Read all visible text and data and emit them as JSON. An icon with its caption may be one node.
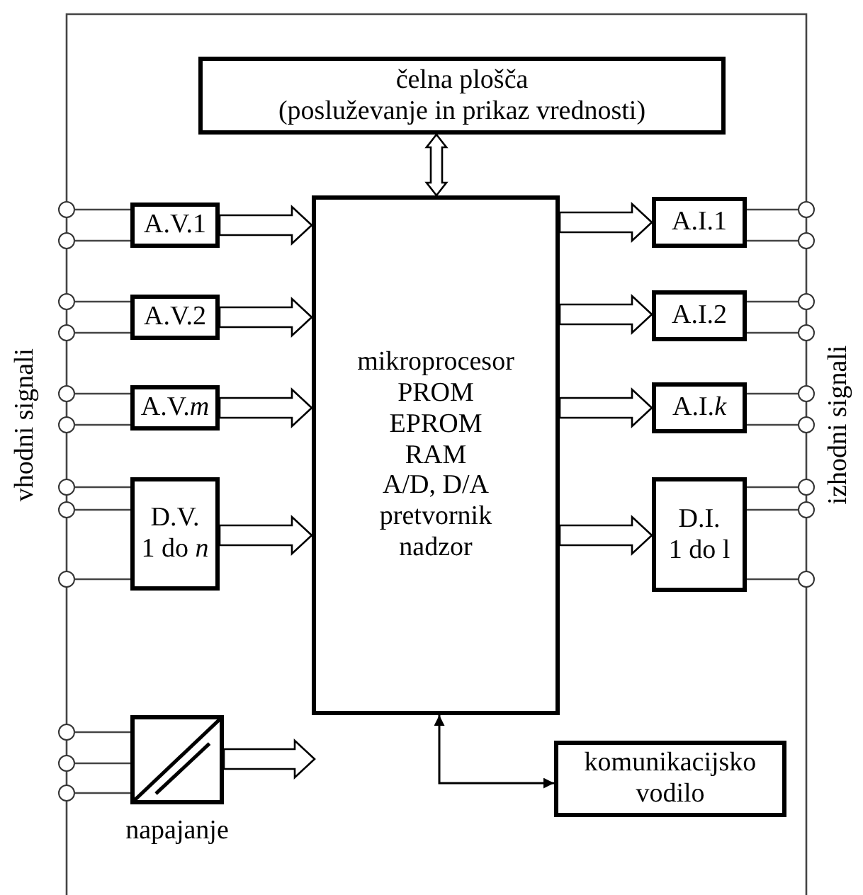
{
  "diagram": {
    "nodes": [
      {
        "text": [
          "čelna plošča",
          "(posluževanje in prikaz vrednosti)"
        ]
      },
      {
        "text": [
          "mikroprocesor",
          "PROM",
          "EPROM",
          "RAM",
          "A/D, D/A",
          "pretvornik",
          "nadzor"
        ]
      },
      {
        "text": [
          "A.V.1"
        ]
      },
      {
        "text": [
          "A.V.2"
        ]
      },
      {
        "text": [
          "A.V.*m*"
        ]
      },
      {
        "text": [
          "D.V.",
          "1 do *n*"
        ]
      },
      {
        "text": [],
        "shape": "box",
        "beside": [
          "napajanje"
        ]
      },
      {
        "text": [
          "A.I.1"
        ]
      },
      {
        "text": [
          "A.I.2"
        ]
      },
      {
        "text": [
          "A.I.*k*"
        ]
      },
      {
        "text": [
          "D.I.",
          "1 do l"
        ]
      },
      {
        "text": [
          "komunikacijsko vodilo"
        ]
      },
      {
        "text": [],
        "shape": "circle"
      },
      {
        "text": [],
        "shape": "circle"
      },
      {
        "text": [],
        "shape": "circle"
      },
      {
        "text": [],
        "shape": "circle"
      },
      {
        "text": [],
        "shape": "circle"
      },
      {
        "text": [],
        "shape": "circle"
      },
      {
        "text": [],
        "shape": "circle"
      },
      {
        "text": [],
        "shape": "circle"
      },
      {
        "text": [],
        "shape": "circle"
      },
      {
        "text": [],
        "shape": "circle"
      },
      {
        "text": [],
        "shape": "circle"
      },
      {
        "text": [],
        "shape": "circle"
      },
      {
        "text": [],
        "shape": "circle"
      },
      {
        "text": [],
        "shape": "circle"
      },
      {
        "text": [],
        "shape": "circle"
      },
      {
        "text": [],
        "shape": "circle"
      },
      {
        "text": [],
        "shape": "circle"
      },
      {
        "text": [],
        "shape": "circle"
      },
      {
        "text": [],
        "shape": "circle"
      },
      {
        "text": [],
        "shape": "circle"
      },
      {
        "text": [],
        "shape": "circle"
      }
    ],
    "edges": [
      {
        "from": 0,
        "to": 1,
        "arrow": "both",
        "style": "thick"
      },
      {
        "from": 2,
        "to": 1,
        "arrow": "to",
        "style": "thick"
      },
      {
        "from": 3,
        "to": 1,
        "arrow": "to",
        "style": "thick"
      },
      {
        "from": 4,
        "to": 1,
        "arrow": "to",
        "style": "thick"
      },
      {
        "from": 5,
        "to": 1,
        "arrow": "to",
        "style": "thick"
      },
      {
        "from": 6,
        "to": null,
        "arrow": "to",
        "style": "thick"
      },
      {
        "from": 1,
        "to": 7,
        "arrow": "to",
        "style": "thick"
      },
      {
        "from": 1,
        "to": 8,
        "arrow": "to",
        "style": "thick"
      },
      {
        "from": 1,
        "to": 9,
        "arrow": "to",
        "style": "thick"
      },
      {
        "from": 1,
        "to": 10,
        "arrow": "to",
        "style": "thick"
      },
      {
        "from": 1,
        "to": 11,
        "arrow": "both"
      },
      {
        "from": 12,
        "to": 2,
        "arrow": "none"
      },
      {
        "from": 13,
        "to": 2,
        "arrow": "none"
      },
      {
        "from": 14,
        "to": 3,
        "arrow": "none"
      },
      {
        "from": 15,
        "to": 3,
        "arrow": "none"
      },
      {
        "from": 16,
        "to": 4,
        "arrow": "none"
      },
      {
        "from": 17,
        "to": 4,
        "arrow": "none"
      },
      {
        "from": 18,
        "to": 5,
        "arrow": "none"
      },
      {
        "from": 19,
        "to": 5,
        "arrow": "none"
      },
      {
        "from": 20,
        "to": 5,
        "arrow": "none"
      },
      {
        "from": 21,
        "to": 6,
        "arrow": "none"
      },
      {
        "from": 22,
        "to": 6,
        "arrow": "none"
      },
      {
        "from": 23,
        "to": 6,
        "arrow": "none"
      },
      {
        "from": 7,
        "to": 24,
        "arrow": "none"
      },
      {
        "from": 7,
        "to": 25,
        "arrow": "none"
      },
      {
        "from": 8,
        "to": 26,
        "arrow": "none"
      },
      {
        "from": 8,
        "to": 27,
        "arrow": "none"
      },
      {
        "from": 9,
        "to": 28,
        "arrow": "none"
      },
      {
        "from": 9,
        "to": 29,
        "arrow": "none"
      },
      {
        "from": 10,
        "to": 30,
        "arrow": "none"
      },
      {
        "from": 10,
        "to": 31,
        "arrow": "none"
      },
      {
        "from": 10,
        "to": 32,
        "arrow": "none"
      }
    ],
    "labels": [
      "vhodni signali",
      "izhodni signali"
    ]
  }
}
